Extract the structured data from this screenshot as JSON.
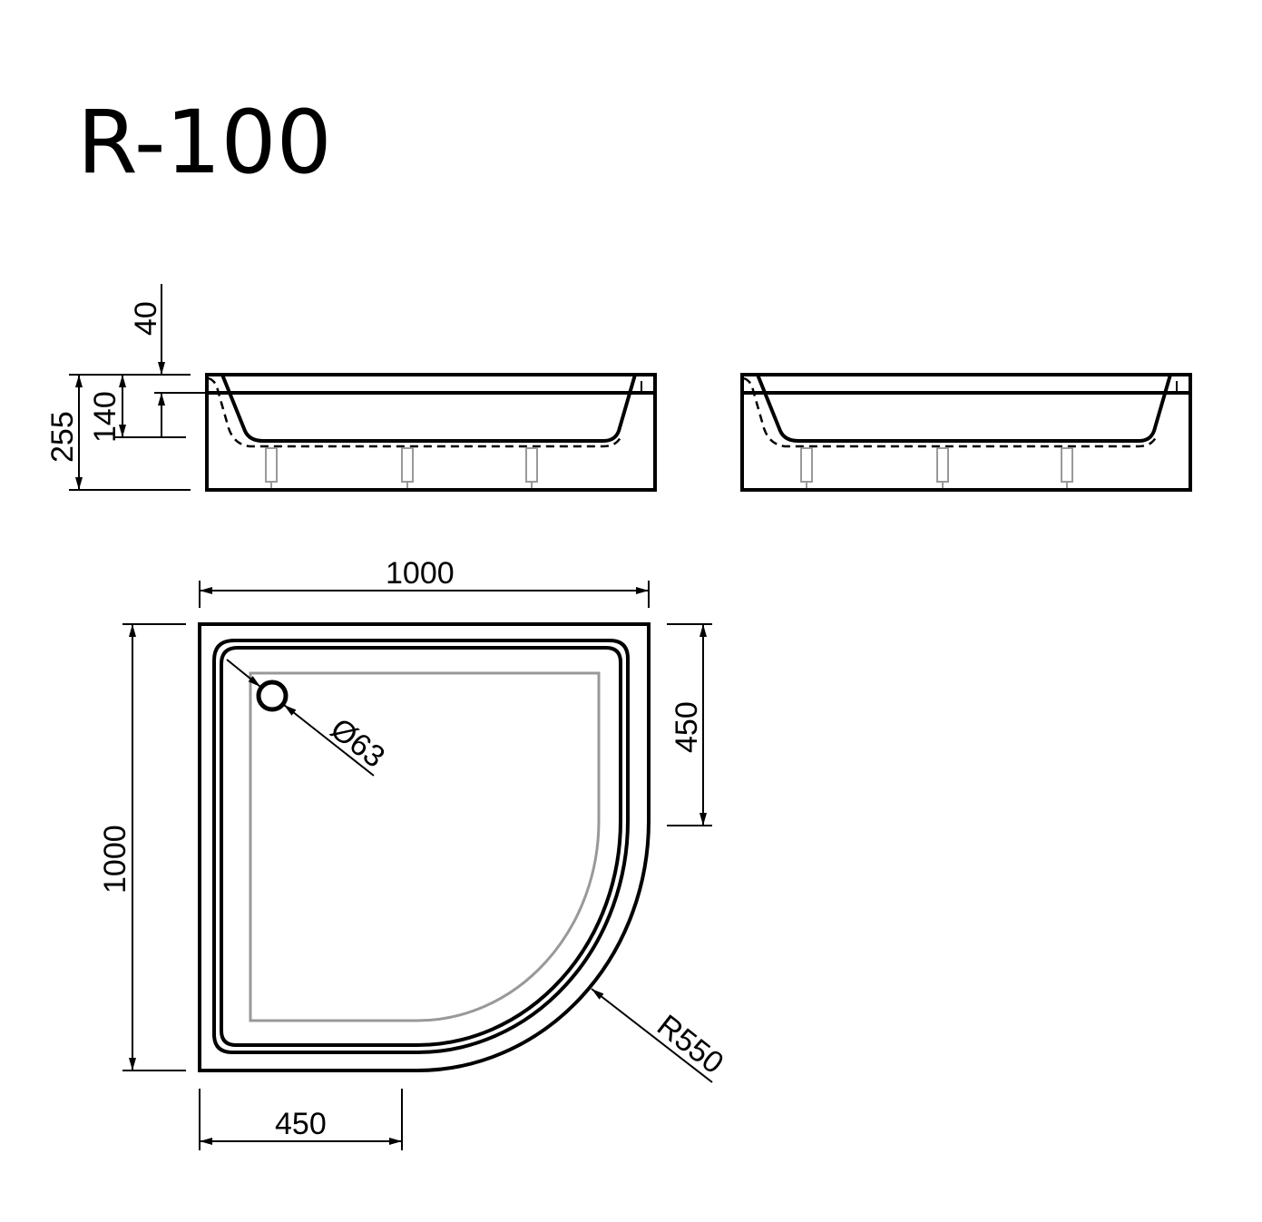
{
  "title": "R-100",
  "side_view": {
    "dims": {
      "rim": "40",
      "depth": "140",
      "height": "255"
    }
  },
  "plan_view": {
    "dims": {
      "width": "1000",
      "length": "1000",
      "straight_right": "450",
      "straight_bottom": "450",
      "drain": "Ø63",
      "radius": "R550"
    }
  },
  "colors": {
    "line": "#000000",
    "hidden": "#999999"
  }
}
